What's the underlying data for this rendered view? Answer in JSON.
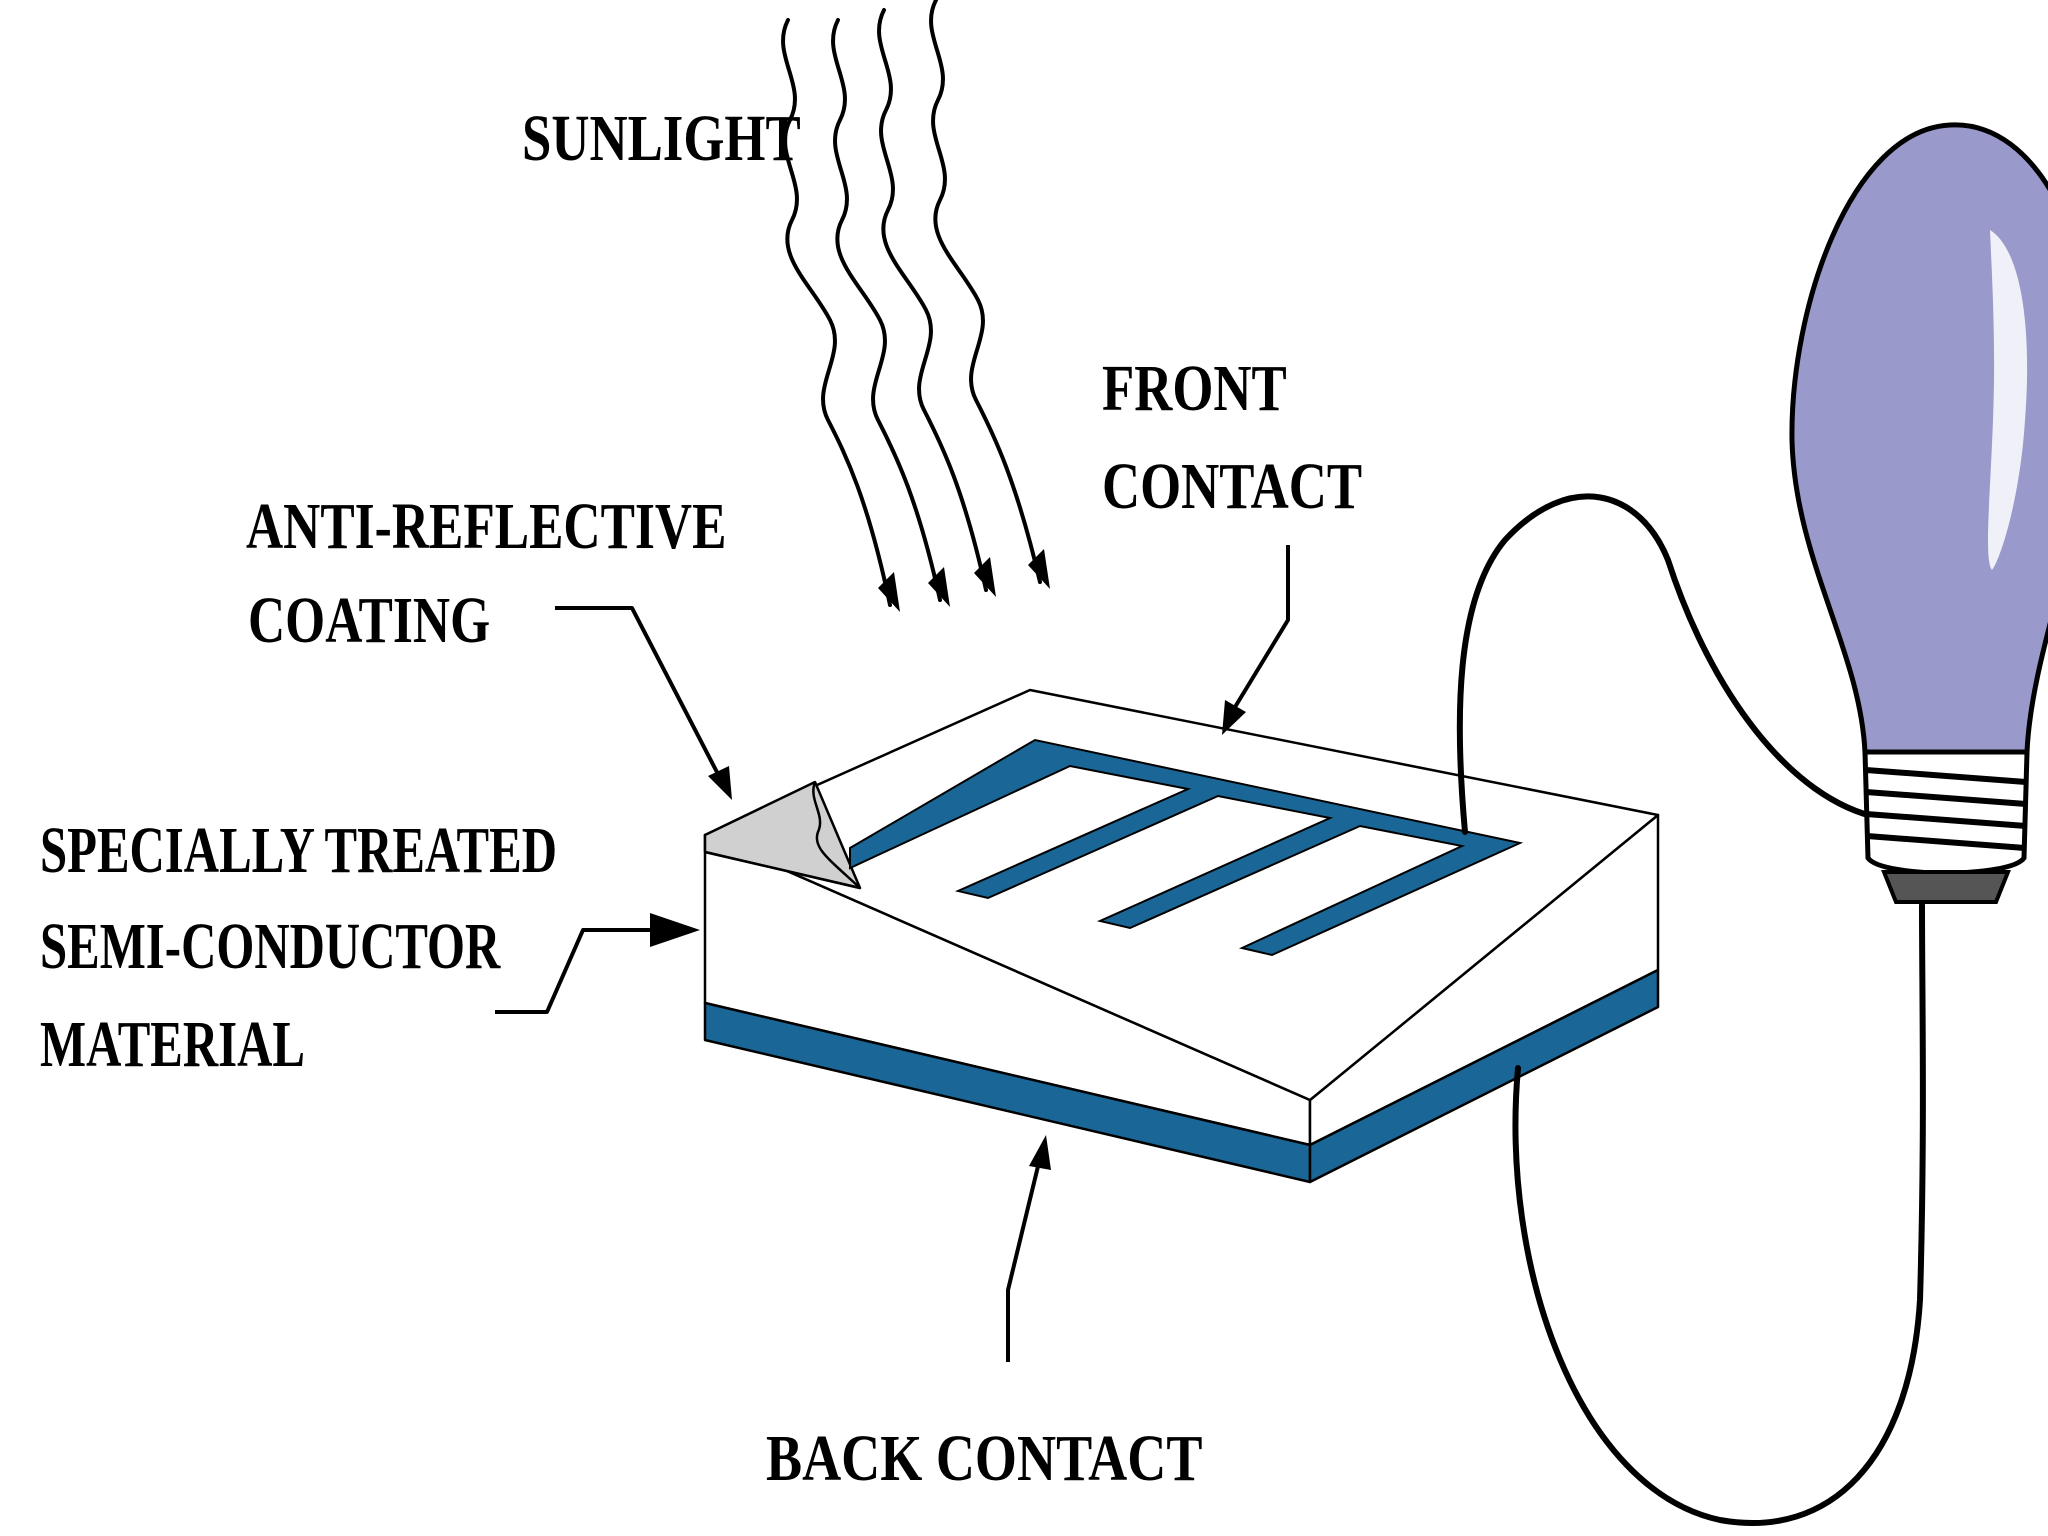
{
  "labels": {
    "sunlight": "SUNLIGHT",
    "front_contact": [
      "FRONT",
      "CONTACT"
    ],
    "anti_reflective_coating": [
      "ANTI-REFLECTIVE",
      "COATING"
    ],
    "semiconductor": [
      "SPECIALLY TREATED",
      "SEMI-CONDUCTOR",
      "MATERIAL"
    ],
    "back_contact": "BACK CONTACT"
  },
  "colors": {
    "contact_blue": "#1a6696",
    "bulb_lavender": "#9999cc",
    "coating_gray": "#d0d0d0",
    "outline": "#000000",
    "background": "#ffffff"
  },
  "icons": {
    "light_source": "sunlight-rays-icon",
    "load": "light-bulb-icon"
  }
}
